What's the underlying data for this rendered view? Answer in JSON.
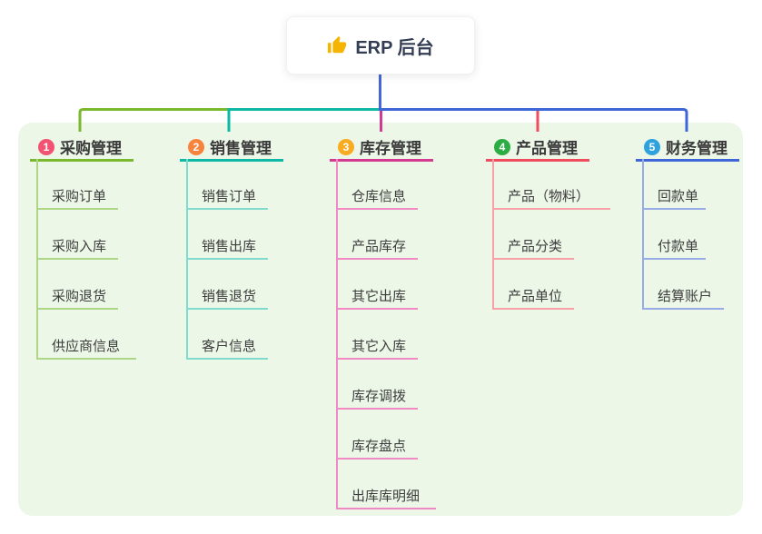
{
  "root": {
    "label": "ERP 后台",
    "icon": "thumbs-up"
  },
  "branches": [
    {
      "badge": "1",
      "label": "采购管理",
      "badge_color": "#f25372",
      "line_color": "#7ab82e",
      "sub_line_color": "#aed687",
      "children": [
        "采购订单",
        "采购入库",
        "采购退货",
        "供应商信息"
      ]
    },
    {
      "badge": "2",
      "label": "销售管理",
      "badge_color": "#f8833d",
      "line_color": "#0db9a4",
      "sub_line_color": "#7edbcd",
      "children": [
        "销售订单",
        "销售出库",
        "销售退货",
        "客户信息"
      ]
    },
    {
      "badge": "3",
      "label": "库存管理",
      "badge_color": "#f9ac21",
      "line_color": "#d43a90",
      "sub_line_color": "#f08ac4",
      "children": [
        "仓库信息",
        "产品库存",
        "其它出库",
        "其它入库",
        "库存调拨",
        "库存盘点",
        "出库库明细"
      ]
    },
    {
      "badge": "4",
      "label": "产品管理",
      "badge_color": "#2bad43",
      "line_color": "#f14c5d",
      "sub_line_color": "#f8a0a8",
      "children": [
        "产品（物料）",
        "产品分类",
        "产品单位"
      ]
    },
    {
      "badge": "5",
      "label": "财务管理",
      "badge_color": "#2ea2dc",
      "line_color": "#3f66d8",
      "sub_line_color": "#97abe6",
      "children": [
        "回款单",
        "付款单",
        "结算账户"
      ]
    }
  ],
  "colors": {
    "panel_bg": "#ecf7e8",
    "stem": "#4566d6",
    "root_text": "#333d54",
    "root_icon": "#f4b400",
    "heading_text": "#3a3a3a",
    "item_text": "#3d3d3d"
  }
}
